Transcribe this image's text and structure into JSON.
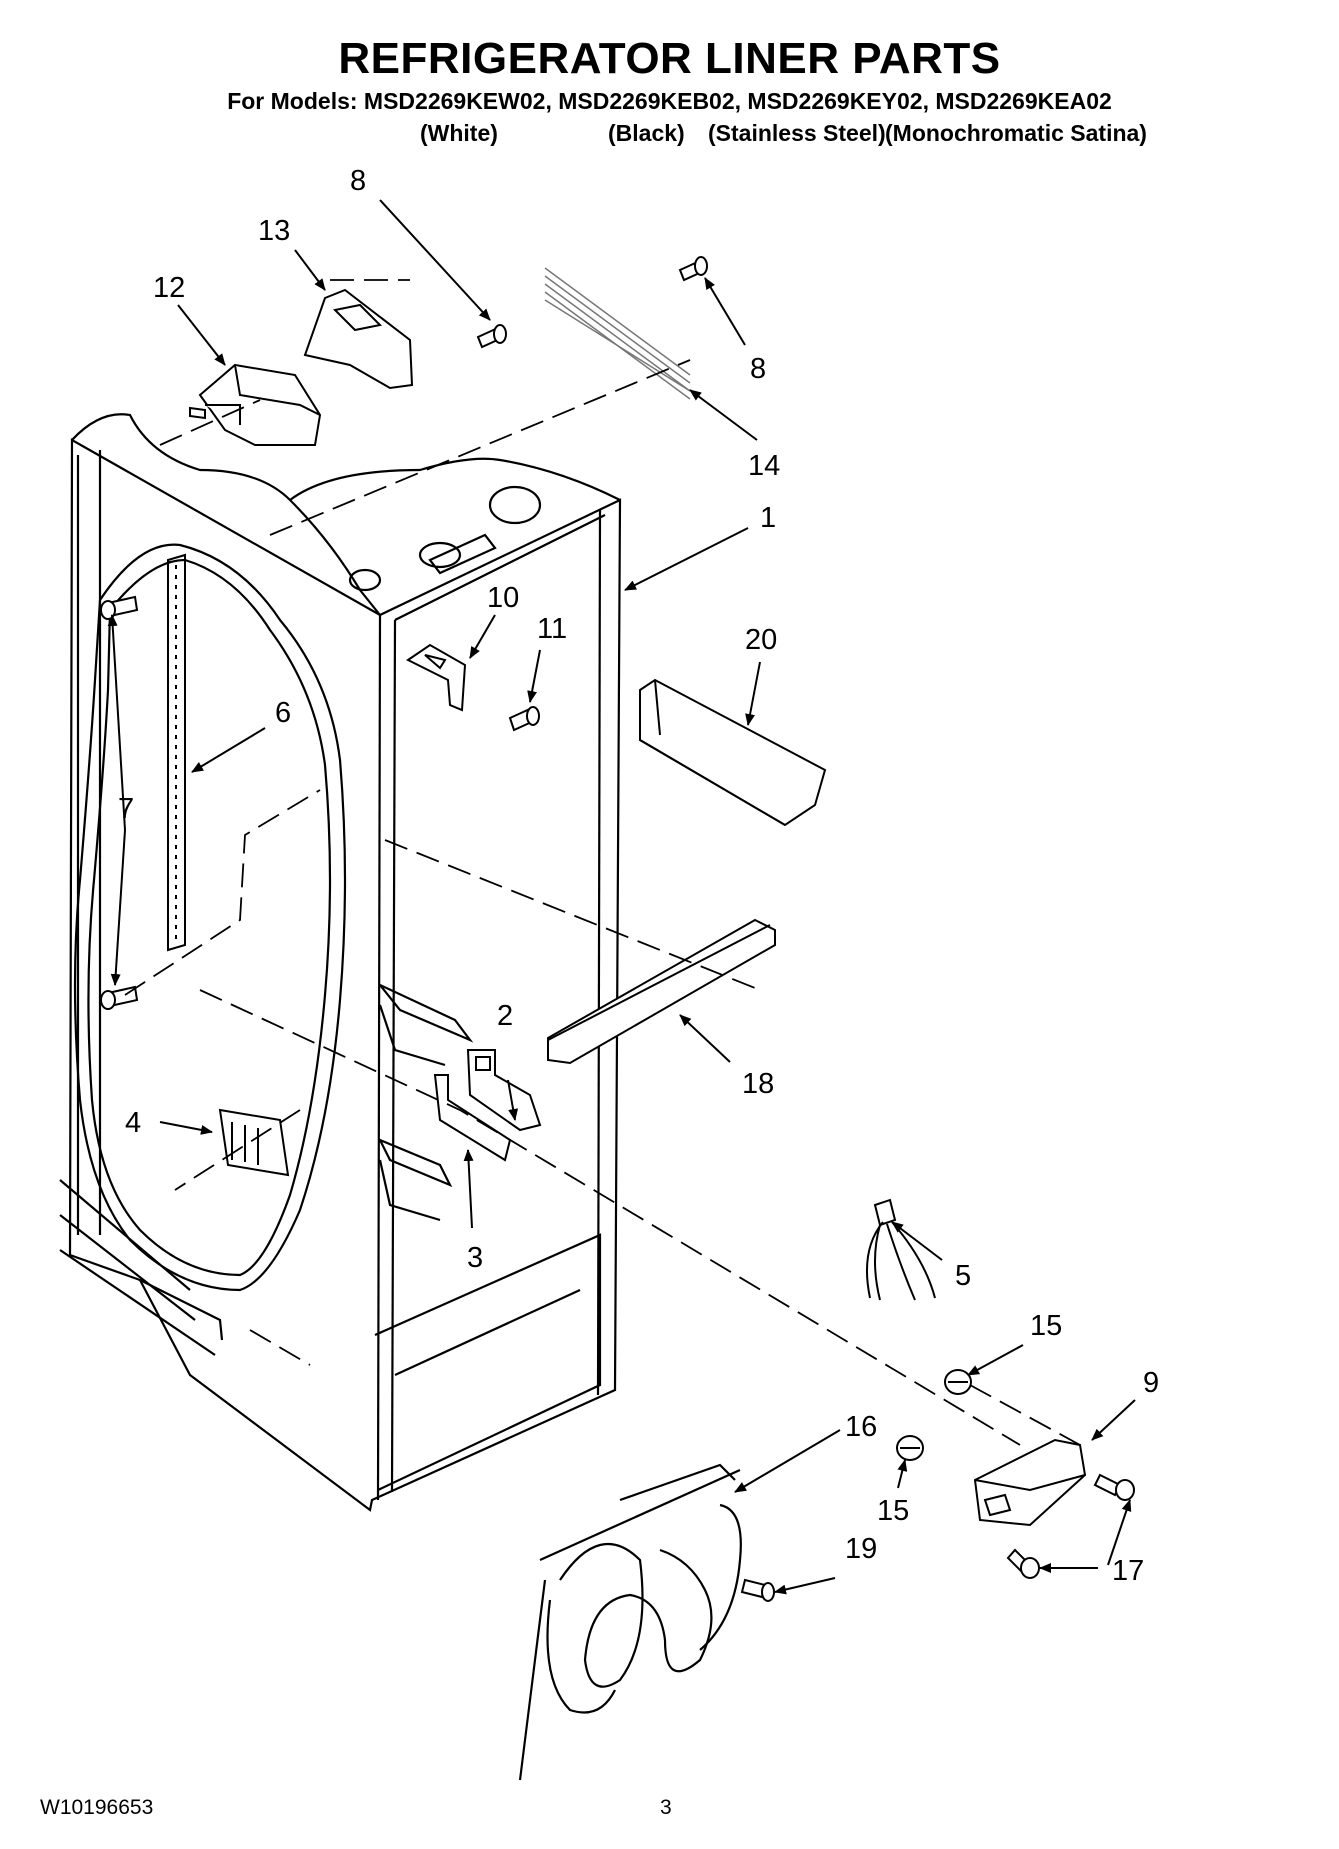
{
  "title": "REFRIGERATOR LINER PARTS",
  "models_line": "For Models: MSD2269KEW02, MSD2269KEB02, MSD2269KEY02, MSD2269KEA02",
  "variants": [
    "(White)",
    "(Black)",
    "(Stainless Steel)",
    "(Monochromatic Satina)"
  ],
  "callouts": {
    "c1": "1",
    "c2": "2",
    "c3": "3",
    "c4": "4",
    "c5": "5",
    "c6": "6",
    "c7": "7",
    "c8a": "8",
    "c8b": "8",
    "c9": "9",
    "c10": "10",
    "c11": "11",
    "c12": "12",
    "c13": "13",
    "c14": "14",
    "c15a": "15",
    "c15b": "15",
    "c16": "16",
    "c17": "17",
    "c18": "18",
    "c19": "19",
    "c20": "20"
  },
  "footer": {
    "doc_number": "W10196653",
    "page_number": "3"
  }
}
